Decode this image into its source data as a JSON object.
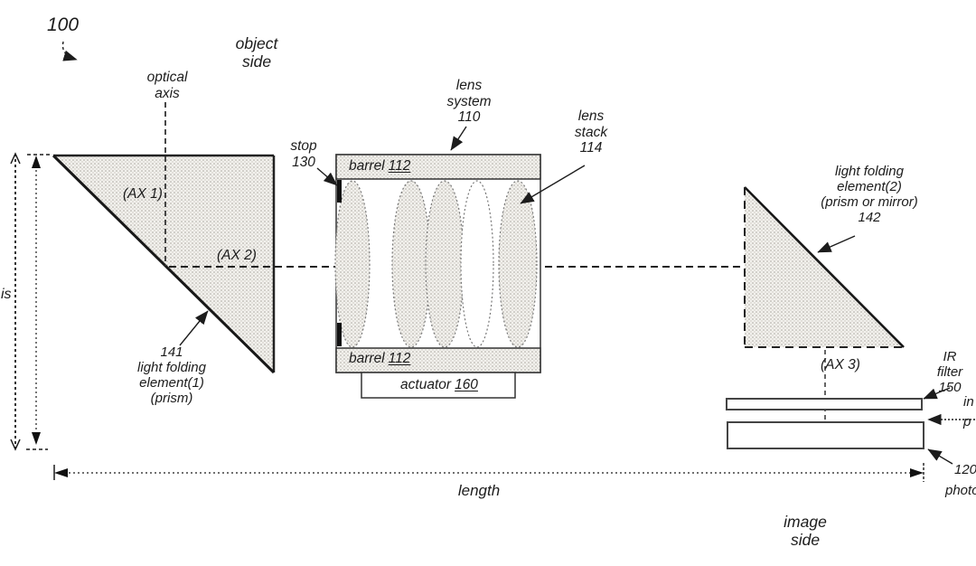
{
  "figure": {
    "ref": "100"
  },
  "sides": {
    "object": "object\nside",
    "image": "image\nside"
  },
  "axes": {
    "optical": "optical\naxis",
    "ax1": "(AX 1)",
    "ax2": "(AX 2)",
    "ax3": "(AX 3)"
  },
  "lens": {
    "system": "lens\nsystem\n110",
    "stack": "lens\nstack\n114",
    "stop": "stop\n130",
    "barrel_word": "barrel",
    "barrel_num": "112",
    "actuator_word": "actuator",
    "actuator_num": "160"
  },
  "folding": {
    "element1": "141\nlight folding\nelement(1)\n(prism)",
    "element2": "light folding\nelement(2)\n(prism or mirror)\n142"
  },
  "sensor": {
    "ir_filter": "IR filter\n150",
    "image_plane_cut": "in\np",
    "photosensor_num": "120",
    "photosensor_cut": "photose"
  },
  "dimensions": {
    "length": "length",
    "height_cut": "is"
  },
  "colors": {
    "ink": "#1c1c1c",
    "stipple_dot": "#a6a29a",
    "stipple_bg": "#f2f1ed"
  }
}
